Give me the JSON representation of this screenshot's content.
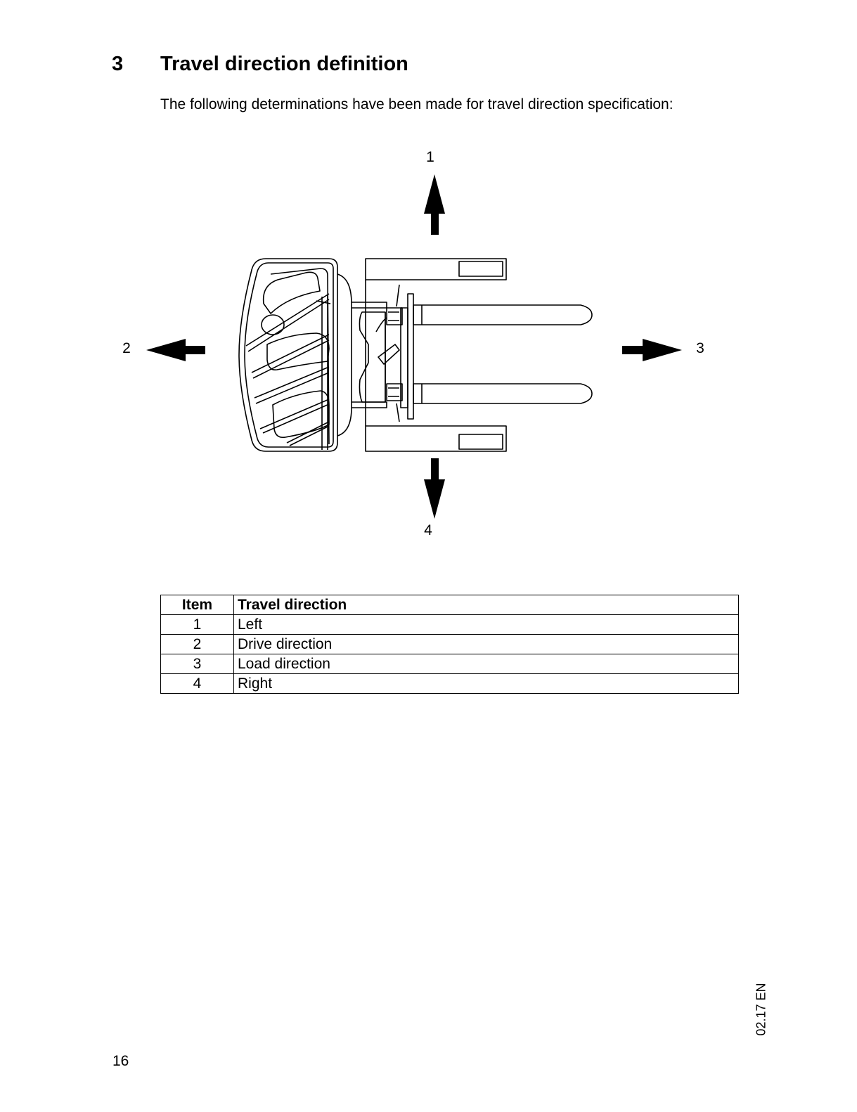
{
  "section": {
    "number": "3",
    "title": "Travel direction definition",
    "intro": "The following determinations have been made for travel direction specification:"
  },
  "figure": {
    "labels": {
      "top": "1",
      "left": "2",
      "right": "3",
      "bottom": "4"
    }
  },
  "table": {
    "headers": [
      "Item",
      "Travel direction"
    ],
    "rows": [
      {
        "item": "1",
        "direction": "Left"
      },
      {
        "item": "2",
        "direction": "Drive direction"
      },
      {
        "item": "3",
        "direction": "Load direction"
      },
      {
        "item": "4",
        "direction": "Right"
      }
    ]
  },
  "footer": {
    "doc_code": "02.17 EN",
    "page_number": "16"
  }
}
